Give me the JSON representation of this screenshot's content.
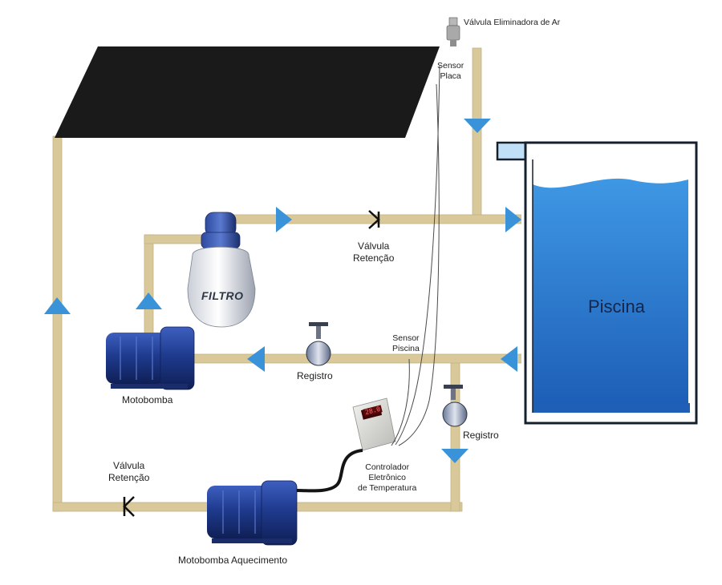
{
  "colors": {
    "pipe": "#d9c99a",
    "pipe_edge": "#bfae7d",
    "arrow": "#3a93d8",
    "panel": "#1a1a1a",
    "water": "#2f7fcf",
    "pump_body": "#1f3b8f",
    "wire": "#2b2b2b"
  },
  "labels": {
    "air_valve": "Válvula Eliminadora de Ar",
    "sensor_plate": [
      "Sensor",
      "Placa"
    ],
    "check_valve_top": [
      "Válvula",
      "Retenção"
    ],
    "filter": "FILTRO",
    "pool": "Piscina",
    "sensor_pool": [
      "Sensor",
      "Piscina"
    ],
    "registro_mid": "Registro",
    "registro_right": "Registro",
    "motobomba": "Motobomba",
    "controller": [
      "Controlador",
      "Eletrônico",
      "de Temperatura"
    ],
    "check_valve_bottom": [
      "Válvula",
      "Retenção"
    ],
    "motobomba_heating": "Motobomba Aquecimento",
    "controller_display": "28.0"
  }
}
